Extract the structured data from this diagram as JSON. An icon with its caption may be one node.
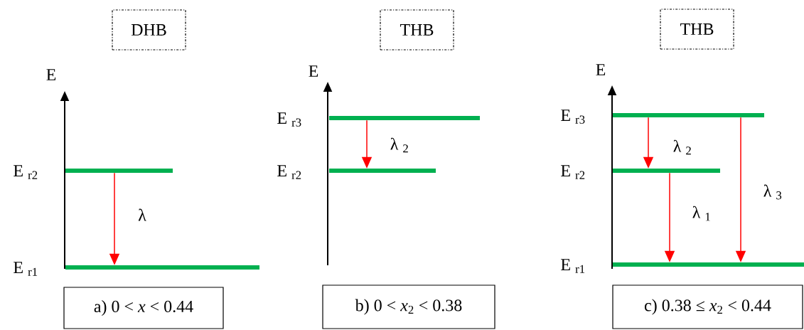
{
  "diagram": {
    "nodes": [
      {
        "text": [
          "DHB"
        ]
      },
      {
        "text": [],
        "shape": "bar",
        "beside": [
          "E $_{r2}$"
        ]
      },
      {
        "text": [],
        "shape": "bar",
        "beside": [
          "E $_{r1}$"
        ]
      },
      {
        "text": [
          "a) 0 < *x* < 0.44"
        ]
      },
      {
        "text": [
          "THB"
        ]
      },
      {
        "text": [],
        "shape": "bar",
        "beside": [
          "E $_{r3}$"
        ]
      },
      {
        "text": [],
        "shape": "bar",
        "beside": [
          "E $_{r2}$"
        ]
      },
      {
        "text": [
          "b)  0 < *x*$_{2}$ < 0.38"
        ]
      },
      {
        "text": [
          "THB"
        ]
      },
      {
        "text": [],
        "shape": "bar",
        "beside": [
          "E $_{r3}$"
        ]
      },
      {
        "text": [],
        "shape": "bar",
        "beside": [
          "E $_{r2}$"
        ]
      },
      {
        "text": [],
        "shape": "bar",
        "beside": [
          "E $_{r1}$"
        ]
      },
      {
        "text": [
          "c)  0.38  ≤ *x*$_{2}$ < 0.44"
        ]
      }
    ],
    "edges": [
      {
        "from": 1,
        "to": 2,
        "arrow": "to",
        "label": "λ"
      },
      {
        "from": 5,
        "to": 6,
        "arrow": "to",
        "label": "λ $_{2}$"
      },
      {
        "from": 9,
        "to": 10,
        "arrow": "to",
        "label": "λ $_{2}$"
      },
      {
        "from": 10,
        "to": 11,
        "arrow": "to",
        "label": "λ $_{1}$"
      },
      {
        "from": 9,
        "to": 11,
        "arrow": "to",
        "label": "λ $_{3}$"
      }
    ],
    "labels": [
      "E",
      "E",
      "E"
    ]
  }
}
